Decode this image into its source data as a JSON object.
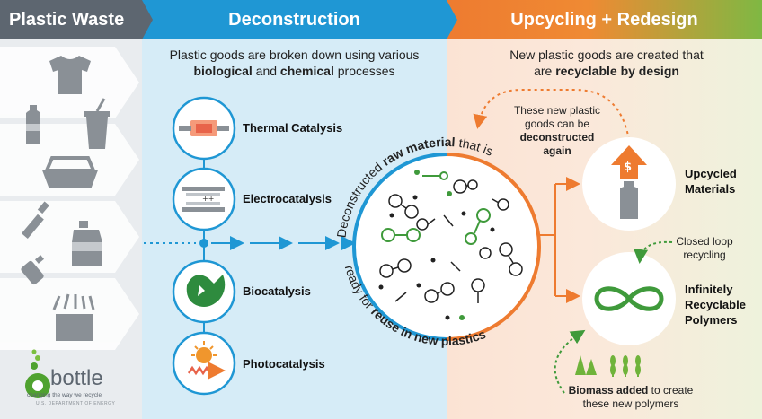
{
  "columns": {
    "plastic_waste": {
      "title": "Plastic Waste"
    },
    "deconstruction": {
      "title": "Deconstruction",
      "desc_line1": "Plastic goods are broken down using various",
      "desc_bold1": "biological",
      "desc_mid": "and",
      "desc_bold2": "chemical",
      "desc_end": "processes"
    },
    "upcycling": {
      "title": "Upcycling + Redesign",
      "desc_line1": "New plastic goods are created that",
      "desc_prefix": "are",
      "desc_bold": "recyclable by design"
    }
  },
  "processes": [
    {
      "label": "Thermal Catalysis"
    },
    {
      "label": "Electrocatalysis"
    },
    {
      "label": "Biocatalysis"
    },
    {
      "label": "Photocatalysis"
    }
  ],
  "circle": {
    "top_arc_1": "Deconstructed ",
    "top_arc_bold": "raw material",
    "top_arc_2": " that is",
    "bottom_arc_1": "ready for ",
    "bottom_arc_bold": "reuse in new plastics"
  },
  "loop_note": {
    "line1": "These new plastic",
    "line2": "goods can be",
    "line3": "deconstructed",
    "line4": "again"
  },
  "outputs": {
    "upcycled": {
      "line1": "Upcycled",
      "line2": "Materials"
    },
    "recyclable": {
      "line1": "Infinitely",
      "line2": "Recyclable",
      "line3": "Polymers"
    }
  },
  "closed_loop": {
    "line1": "Closed loop",
    "line2": "recycling"
  },
  "biomass": {
    "bold": "Biomass added",
    "rest": " to create",
    "line2": "these new polymers"
  },
  "logo": {
    "name": "bottle",
    "tagline": "changing the way we recycle",
    "org": "U.S. DEPARTMENT OF ENERGY"
  },
  "colors": {
    "gray": "#5d6670",
    "blue": "#1f97d4",
    "orange": "#ee7b30",
    "green": "#7fb843",
    "dark_green": "#3f9a3b"
  },
  "icons": [
    "tshirt-icon",
    "bottle-icon",
    "cup-icon",
    "clamshell-icon",
    "tube-icon",
    "jug-icon",
    "bag-icon",
    "box-icon",
    "heater-icon",
    "electrode-icon",
    "enzyme-icon",
    "sun-icon",
    "dollar-arrow-icon",
    "infinity-icon",
    "wheat-icon"
  ]
}
